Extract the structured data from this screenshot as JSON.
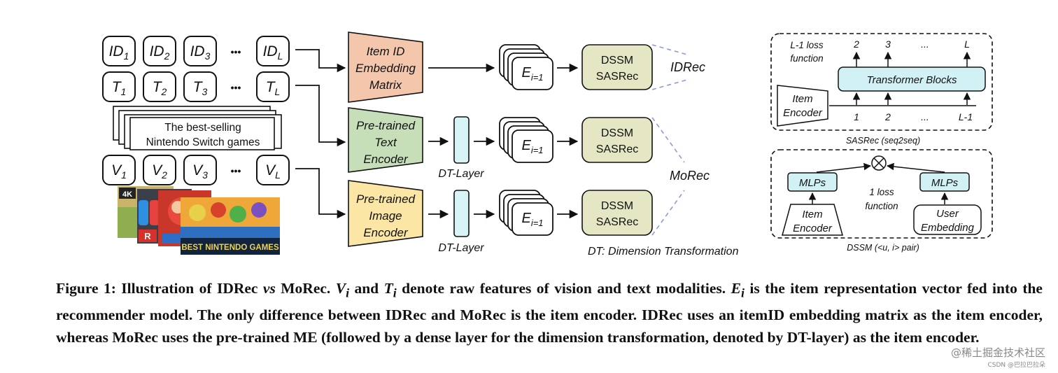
{
  "left_tokens": {
    "id": {
      "letter": "ID",
      "subs": [
        "1",
        "2",
        "3",
        "L"
      ]
    },
    "text": {
      "letter": "T",
      "subs": [
        "1",
        "2",
        "3",
        "L"
      ]
    },
    "vision": {
      "letter": "V",
      "subs": [
        "1",
        "2",
        "3",
        "L"
      ]
    },
    "ellipsis": "•••"
  },
  "text_card": {
    "line1": "The best-selling",
    "line2": "Nintendo Switch games"
  },
  "game_images": {
    "labels": [
      "4K",
      "R",
      "BEST NINTENDO GAMES"
    ]
  },
  "encoders": {
    "item_id": [
      "Item ID",
      "Embedding",
      "Matrix"
    ],
    "text": [
      "Pre-trained",
      "Text",
      "Encoder"
    ],
    "image": [
      "Pre-trained",
      "Image",
      "Encoder"
    ]
  },
  "dt_layer_label": "DT-Layer",
  "embedding": {
    "letter": "E",
    "sub": "i=1"
  },
  "model_box": {
    "line1": "DSSM",
    "line2": "SASRec"
  },
  "idrec_label": "IDRec",
  "morec_label": "MoRec",
  "dt_note": "DT: Dimension Transformation",
  "sasrec_panel": {
    "loss": [
      "L-1 loss",
      "function"
    ],
    "outputs": [
      "2",
      "3",
      "...",
      "L"
    ],
    "transformer": "Transformer Blocks",
    "item_encoder": [
      "Item",
      "Encoder"
    ],
    "inputs": [
      "1",
      "2",
      "...",
      "L-1"
    ],
    "caption": "SASRec (seq2seq)"
  },
  "dssm_panel": {
    "mlp_left": "MLPs",
    "mlp_right": "MLPs",
    "loss": [
      "1 loss",
      "function"
    ],
    "item_encoder": [
      "Item",
      "Encoder"
    ],
    "user_embedding": [
      "User",
      "Embedding"
    ],
    "caption": "DSSM (<u, i> pair)"
  },
  "colors": {
    "item_id_encoder": "#f4c7ad",
    "text_encoder": "#c7dfb8",
    "image_encoder": "#fbe6a6",
    "dt_layer": "#d8f4f6",
    "model_box": "#e5e6c4",
    "transformer": "#d2f1f5",
    "mlp": "#d2f1f5"
  },
  "caption": {
    "fig": "Figure 1: Illustration of IDRec ",
    "vs": "vs",
    "t1": " MoRec. ",
    "vi": "V",
    "vi_sub": "i",
    "and": " and ",
    "ti": "T",
    "ti_sub": "i",
    "t2": " denote raw features of vision and text modalities. ",
    "ei": "E",
    "ei_sub": "i",
    "t3": " is the item representation vector fed into the recommender model. The only difference between IDRec and MoRec is the item encoder. IDRec uses an itemID embedding matrix as the item encoder, whereas MoRec uses the pre-trained ME (followed by a dense layer for the dimension transformation, denoted by DT-layer) as the item encoder."
  },
  "watermark": {
    "line1": "@稀土掘金技术社区",
    "line2": "CSDN @巴拉巴拉朵"
  }
}
